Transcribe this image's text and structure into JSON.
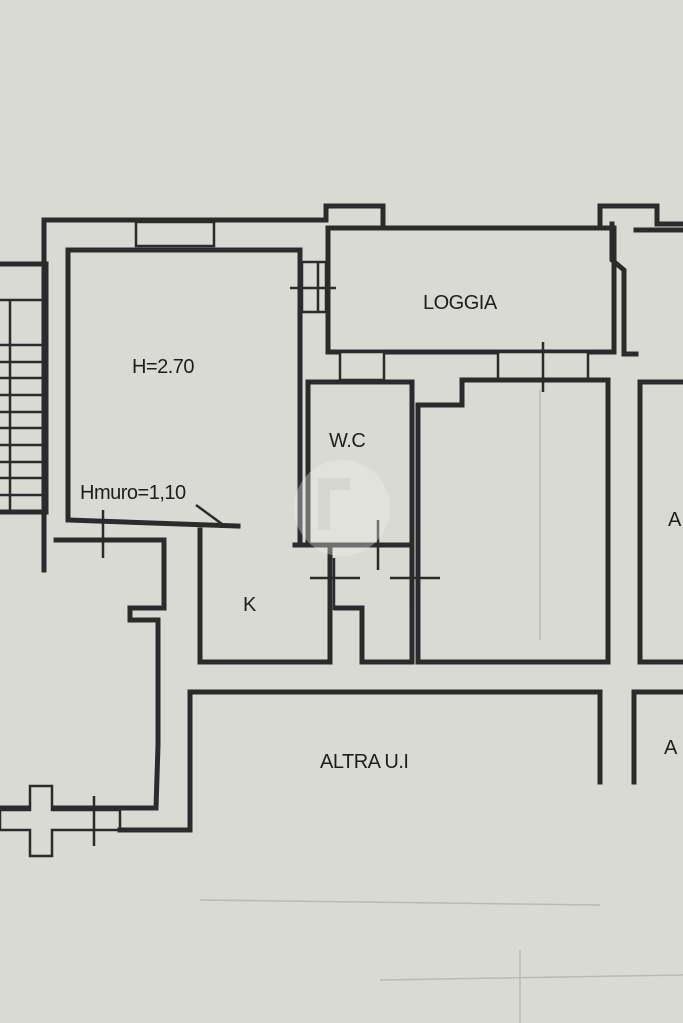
{
  "plan": {
    "background_color": "#d9dad3",
    "ink_color": "#2b2b2b",
    "labels": {
      "loggia": "LOGGIA",
      "height": "H=2.70",
      "wc": "W.C",
      "wall_height": "Hmuro=1,10",
      "kitchen": "K",
      "other_unit": "ALTRA U.I",
      "right_partial_top": "A",
      "right_partial_bottom": "A"
    }
  }
}
